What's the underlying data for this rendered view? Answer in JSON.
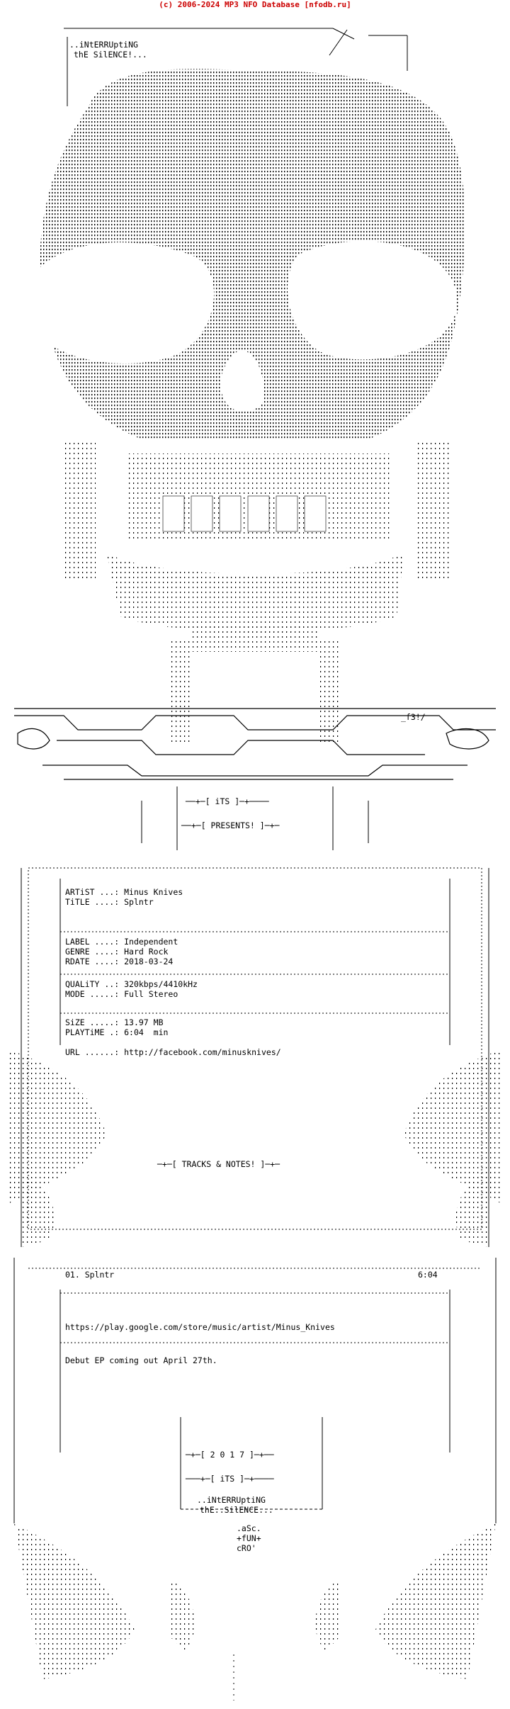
{
  "header": "(c) 2006-2024 MP3 NFO Database [nfodb.ru]",
  "group": {
    "name_line1": "..iNtERRUptiNG",
    "name_line2": "thE SilENCE!...",
    "its": "──+─[ iTS ]─+────",
    "presents": "──+─[ PRESENTS! ]─+─",
    "tag": "_f3!/"
  },
  "release": {
    "artist_label": "ARTiST ...:",
    "artist": "Minus Knives",
    "title_label": "TiTLE ....:",
    "title": "Splntr",
    "label_label": "LABEL ....:",
    "label": "Independent",
    "genre_label": "GENRE ....:",
    "genre": "Hard Rock",
    "rdate_label": "RDATE ....:",
    "rdate": "2018-03-24",
    "quality_label": "QUALiTY ..:",
    "quality": "320kbps/4410kHz",
    "mode_label": "MODE .....:",
    "mode": "Full Stereo",
    "size_label": "SiZE .....:",
    "size": "13.97 MB",
    "playtime_label": "PLAYTiME .:",
    "playtime": "6:04  min",
    "url_label": "URL ......:",
    "url": "http://facebook.com/minusknives/"
  },
  "tracks_header": "─+─[ TRACKS & NOTES! ]─+─",
  "tracks": [
    {
      "num_title": "01. Splntr",
      "length": "6:04"
    }
  ],
  "notes": {
    "link": "https://play.google.com/store/music/artist/Minus_Knives",
    "text": "Debut EP coming out April 27th."
  },
  "footer": {
    "year": "─+─[ 2 0 1 7 ]─+──",
    "its": "───+─[ iTS ]─+────",
    "name_line1": "..iNtERRUptiNG",
    "name_line2": "thE..SilENCE...",
    "credit1": ".aSc.",
    "credit2": "+fUN+",
    "credit3": "cRO'"
  }
}
